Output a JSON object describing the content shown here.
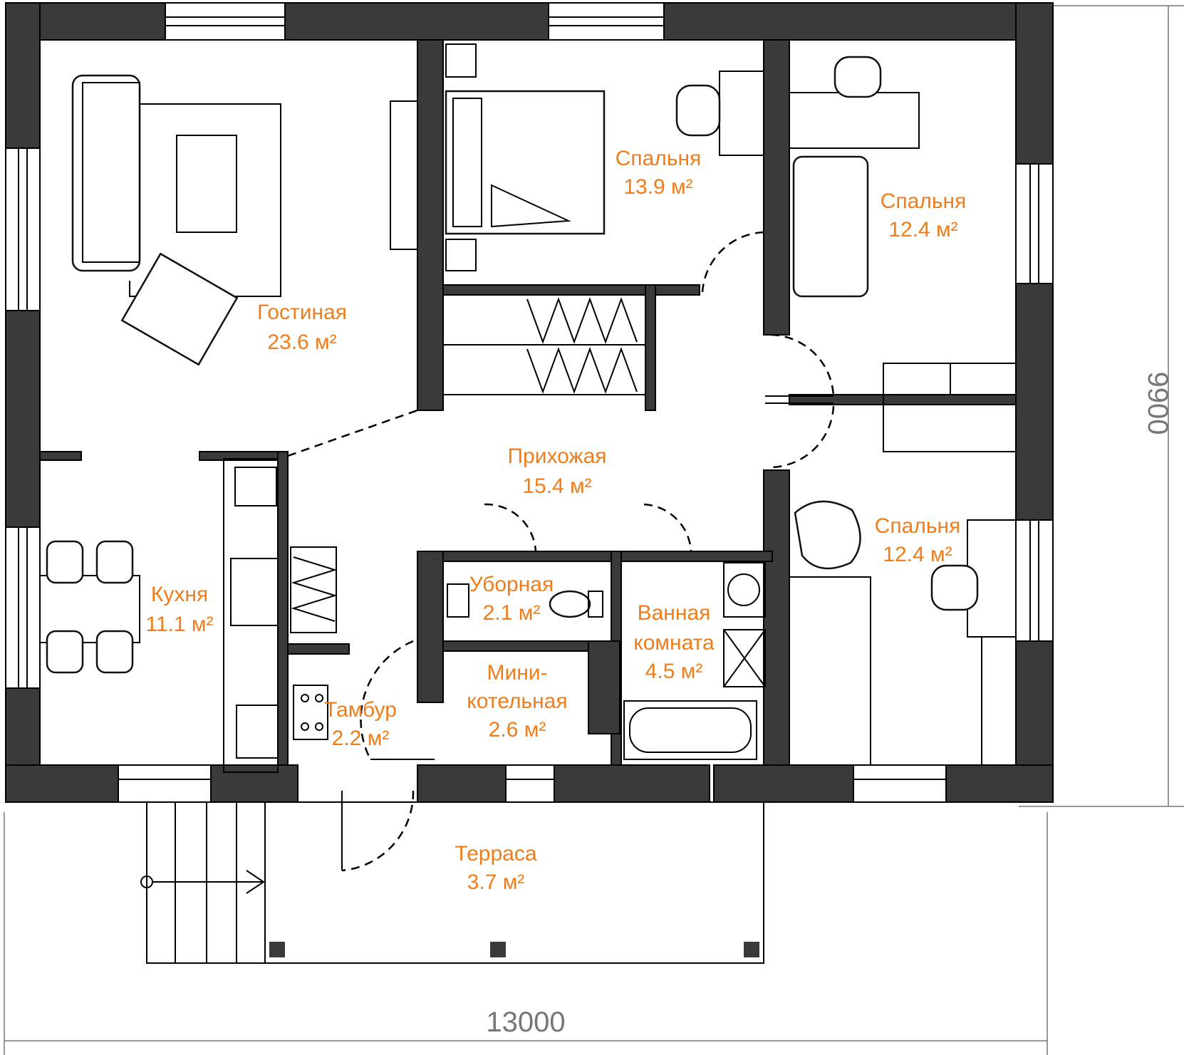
{
  "colors": {
    "wall": "#3a3a3a",
    "room_label": "#f07d1a",
    "dimension": "#777777",
    "line": "#000000"
  },
  "rooms": {
    "living": {
      "name": "Гостиная",
      "area": "23.6 м²"
    },
    "bedroom1": {
      "name": "Спальня",
      "area": "13.9 м²"
    },
    "bedroom2": {
      "name": "Спальня",
      "area": "12.4 м²"
    },
    "bedroom3": {
      "name": "Спальня",
      "area": "12.4 м²"
    },
    "hall": {
      "name": "Прихожая",
      "area": "15.4 м²"
    },
    "kitchen": {
      "name": "Кухня",
      "area": "11.1 м²"
    },
    "toilet": {
      "name": "Уборная",
      "area": "2.1 м²"
    },
    "bathroom": {
      "name_line1": "Ванная",
      "name_line2": "комната",
      "area": "4.5 м²"
    },
    "boiler": {
      "name_line1": "Мини-",
      "name_line2": "котельная",
      "area": "2.6 м²"
    },
    "vestibule": {
      "name": "Тамбур",
      "area": "2.2 м²"
    },
    "terrace": {
      "name": "Терраса",
      "area": "3.7 м²"
    }
  },
  "dimensions": {
    "width": "13000",
    "height": "9900"
  }
}
